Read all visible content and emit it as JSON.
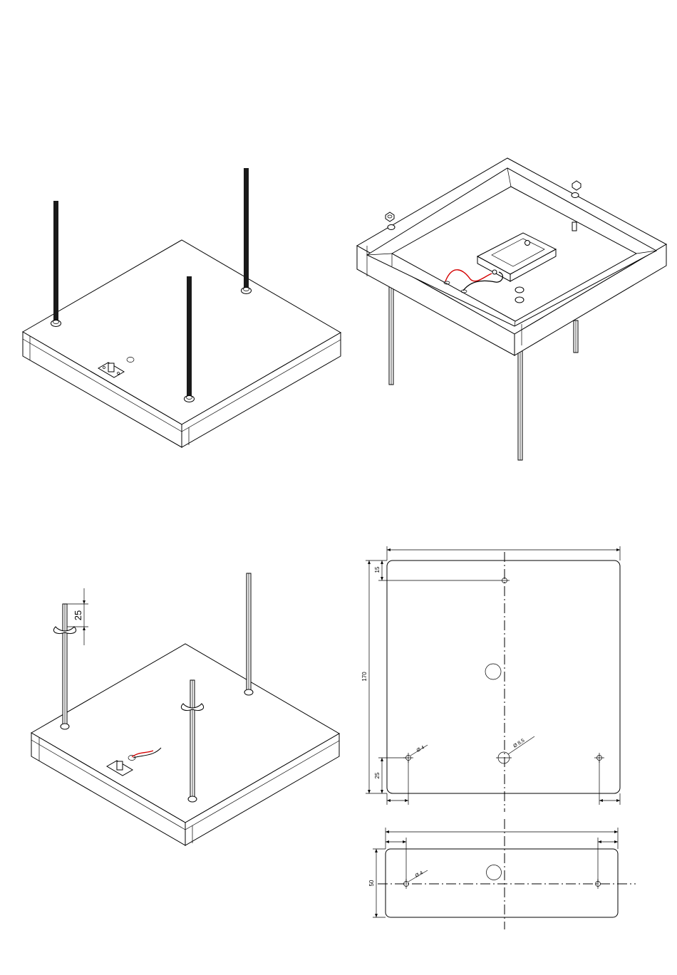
{
  "dimensions": {
    "rod_projection": "25",
    "top_hole_offset": "15",
    "plate_height": "170",
    "bottom_hole_offset": "25",
    "small_hole_diameter": "Ø 4",
    "large_hole_diameter": "Ø 8,5",
    "side_height": "50",
    "side_hole_diameter": "Ø 4"
  },
  "colors": {
    "line": "#000000",
    "wire_red": "#d40000",
    "wire_black": "#000000"
  }
}
